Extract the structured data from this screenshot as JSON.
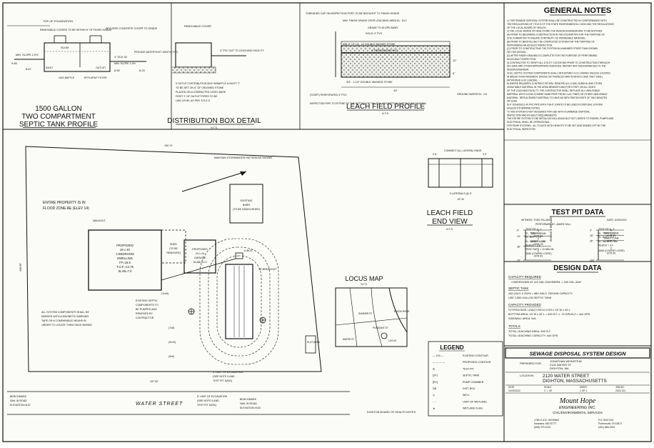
{
  "sheet": {
    "septic_title_1": "1500 GALLON",
    "septic_title_2": "TWO COMPARTMENT",
    "septic_title_3": "SEPTIC TANK PROFILE",
    "septic_nts": "N.T.S.",
    "dbox_title": "DISTRIBUTION BOX DETAIL",
    "dbox_nts": "N.T.S.",
    "leach_profile_title": "LEACH FIELD PROFILE",
    "leach_profile_nts": "N.T.S.",
    "leach_end_title_1": "LEACH FIELD",
    "leach_end_title_2": "END VIEW",
    "leach_end_nts": "N.T.S.",
    "locus_title": "LOCUS MAP",
    "locus_nts": "N.T.S.",
    "street_label": "WATER STREET",
    "flood_note_1": "ENTIRE PROPERTY IS IN",
    "flood_note_2": "FLOOD ZONE AE (ELEV 14)",
    "board_note": "DIGHTON BOARD OF HEALTH NOTES"
  },
  "septic_labels": {
    "top_foundation": "TOP OF FOUNDATION",
    "covers": "REMOVABLE COVERS TO BE WITHIN 6\" OF FINISH GRADE",
    "secured_cover": "SECURED CONCRETE COVER TO GRADE",
    "min_slope": "MIN. SLOPE 2.0%",
    "sch40": "4\" SCH 40",
    "min_slope2": "MIN. SLOPE 1.0%",
    "watertight": "PROVIDE WATERTIGHT JOINTS (TYP.)",
    "gas_baffle": "GAS BAFFLE",
    "effluent_filter": "EFFLUENT FILTER",
    "elev_1": "9.65",
    "elev_2": "8.67",
    "elev_3": "8.50",
    "elev_4": "8.23",
    "scum": "SCUM",
    "inlet": "INLET",
    "outlet": "OUTLET"
  },
  "dbox_labels": {
    "removable_cover": "REMOVABLE COVER",
    "pvc_outlet": "4\" PVC OUT TO LEACHING FACILITY",
    "note_1": "5 OUTLET DISTRIBUTION BOX W/BAFFLE & INLET 'T'",
    "note_2": "TO BE SET ON 6\" OF CRUSHED STONE",
    "note_3": "PLACED ON A COMPACTED LEVEL BASE",
    "note_4": "FIRST 2' OF OUTLET PIPES TO BE",
    "note_5": "LAID LEVEL AS PER TITLE 5"
  },
  "leach_profile_labels": {
    "cap_note": "THREADED CAP ON INSPECTION PORT TO BE BROUGHT TO FINISH GRADE",
    "finish_grade": "MIN. FINISH GRADE OVER LEACHING AREA EL. 10.0",
    "grade_slope": "GRADE TO SLOPE AWAY",
    "pvc": "SOLID 4\" PVC",
    "fabric": "MIN. 6\" OF 1/8 - 1/2 DOUBLE WASHED STONE",
    "perforated": "4\" PERFORATED PVC",
    "stone": "3/4\" - 1-1/2\" DOUBLE WASHED STONE",
    "start_perforated": "(START) PERFORATED 4\" PVC",
    "inspection": "INSPECTION PIPE TO EXTEND TO THE BOTTOM OF THE SOIL ABSORPTION SYSTEM'S EXCAVATION",
    "groundwater": "GROUND WATER EL. 2.8",
    "dim_40": "40'",
    "dim_12": "12\"",
    "dim_6": "6\""
  },
  "leach_end_labels": {
    "laterals_note": "CONNECT ALL LATERAL ENDS",
    "laterals": "3 LATERALS @ 5'",
    "width": "15' W",
    "dim_25a": "2.5'",
    "dim_25b": "2.5'"
  },
  "plan_labels": {
    "dwelling_1": "PROPOSED",
    "dwelling_2": "26 x 40",
    "dwelling_3": "4 BEDROOM",
    "dwelling_4": "DWELLING",
    "dwelling_5": "FF=16.5",
    "dwelling_6": "T.O.F.=14.75",
    "dwelling_7": "SLAB=7.0",
    "shed_1": "SHED",
    "shed_2": "(TO BE",
    "shed_3": "REMOVED)",
    "garage_1": "PROPOSED",
    "garage_2": "24 x 24",
    "garage_3": "GARAGE",
    "garage_4": "SLAB=11.0",
    "barn_1": "EXISTING",
    "barn_2": "BARN",
    "barn_3": "(TO BE DEMOLISHED)",
    "stormwater": "MAINTAIN STORMWATER PATTERN AS SHOWN",
    "walkout": "WALKOUT",
    "dbox": "D-BOX",
    "breakout": "15' BREAKOUT",
    "existing_septic_1": "EXISTING SEPTIC",
    "existing_septic_2": "COMPONENTS TO",
    "existing_septic_3": "BE PUMPED AND",
    "existing_septic_4": "REMOVED BY",
    "existing_septic_5": "CONTRACTOR",
    "components_1": "ALL SYSTEM COMPONENTS SHALL BE",
    "components_2": "MARKED WITH A MAGNETIC MARKING",
    "components_3": "TAPE OR A COMPARABLE MEANS IN",
    "components_4": "ORDER TO LOCATE THEM ONCE BURIED",
    "limit_1": "5' LIMIT OF EXCAVATION",
    "limit_2": "(SEE NOTE 5 AND",
    "limit_3": "TEST PIT DATA)",
    "limit_b1": "5' LIMIT OF EXCAVATION",
    "limit_b2": "(SEE NOTE 5 AND",
    "limit_b3": "TEST PIT DATA)",
    "benchmark_1": "BENCHMARK",
    "benchmark_2": "NAIL IN ROAD",
    "benchmark_3": "ELEVATION=8.57",
    "benchmark_b1": "BENCHMARK",
    "benchmark_b2": "NAIL IN ROAD",
    "benchmark_b3": "ELEVATION=9.63",
    "bound_top": "190.74'",
    "bound_left": "208.95'",
    "bound_bottom": "157.00'",
    "plat_area": "PLAT AREA",
    "elev_a": "(7x40)",
    "elev_b": "(7x8)",
    "elev_c": "(9x10)",
    "elev_d": "(9x0)"
  },
  "locus": {
    "faxon": "FAXON RIVER",
    "water_st": "WATER ST",
    "summer_st": "SUMMER ST",
    "pleasant_st": "PLEASANT ST",
    "locus_label": "LOCUS"
  },
  "legend": {
    "title": "LEGEND",
    "items": [
      {
        "sample": "— 100 —",
        "label": "EXISTING CONTOUR"
      },
      {
        "sample": "— — — —",
        "label": "PROPOSED CONTOUR"
      },
      {
        "sample": "⊕",
        "label": "TEST PIT"
      },
      {
        "sample": "[ST]",
        "label": "SEPTIC TANK"
      },
      {
        "sample": "[PC]",
        "label": "PUMP CHAMBER"
      },
      {
        "sample": "DB",
        "label": "DIST. BOX"
      },
      {
        "sample": "◎",
        "label": "WELL"
      },
      {
        "sample": "- · -",
        "label": "LIMIT OF WETLAND"
      },
      {
        "sample": "▲",
        "label": "WETLAND FLAG"
      }
    ]
  },
  "general_notes": {
    "title": "GENERAL NOTES",
    "lines": [
      "1) THIS SEWAGE DISPOSAL SYSTEM SHALL BE CONSTRUCTED IN CONFORMANCE WITH",
      "THE REGULATIONS OF TITLE 5 OF THE STATE ENVIRONMENTAL CODE AND THE REGULATIONS",
      "OF THE LOCAL BOARD OF HEALTH.",
      "2) THE LOCAL BOARD OF HEALTH AND THE DESIGN ENGINEER ARE TO BE NOTIFIED:",
      "(A) PRIOR TO BEGINNING CONSTRUCTION IN THE EXCAVATION FOR THE PURPOSE OF",
      "SOIL FORMATION TO INSURE CONTINUITY OF PERMEABLE MATERIAL.",
      "(B) PRIOR TO BACKFILLING THE COMPLETED SYSTEM FOR THE PURPOSE OF",
      "PERFORMING AN AS-BUILT INSPECTION.",
      "(C) PRIOR TO CONSTRUCTING THE SYSTEM IN A MANNER OTHER THAN SHOWN",
      "ON THIS DESIGN.",
      "(D) AFTER FINISH GRADING IS COMPLETE FOR THE PURPOSE OF PERFORMING",
      "AN AS-BUILT INSPECTION.",
      "3) CONTRACTOR TO VERIFY ALL UTILITY LOCATIONS PRIOR TO CONSTRUCTION THROUGH",
      "DIG SAFE AND OTHER APPROPRIATE AGENCIES. REPORT ANY DISCREPANCIES TO THE",
      "DESIGN ENGINEER.",
      "4) ALL SEPTIC SYSTEM COMPONENTS SHALL WITHSTAND H-10 LOADING UNLESS LOCATED",
      "IN AREAS OVER PAVEMENT, DRIVES OR TRAVELED WAY IN WHICH CASE THEY SHALL",
      "WITHSTAND H-20 LOADING.",
      "5) WHERE REQUIRED CONTRACTOR WILL REMOVE ALL LOAM, SUBSOIL AND OTHER",
      "UNSUITABLE MATERIAL IN THE AREA BENEATH AND FOR 5 FEET ON ALL SIDES",
      "OF THE LEACHING FACILITY. THE CONTRACTOR SHALL REPLACE ALL UNSUITABLE",
      "MATERIAL WITH CLEAN COARSE SAND FREE FROM CLAY, FINES OR OTHER UNSUITABLE",
      "MATERIAL. REPLACEMENT MATERIAL TO HAVE AN INFILTRATION RATE OF TWO MINUTES",
      "OR LESS.",
      "6) 4\" SCHEDULE 40 PVC PIPE WITH TIGHT JOINTS TO BE USED IN DISPOSAL SYSTEM",
      "UNLESS OTHERWISE NOTED.",
      "7) THIS SYSTEM IS NOT DESIGNED FOR USE WITH A GARBAGE DISPOSAL.",
      "INSPECTION AND AS-BUILT REQUIREMENTS",
      "THE ENTIRE SYSTEM TO BE INSTALLED INCLUDING BUT NOT LIMITED TO RISERS, PUMPS AND",
      "ELECTRICAL SHALL BE OPERATIONAL.",
      "FOR PUMP SYSTEMS - ALL FLOATS WITH HEIGHTS TO BE SET AND SIGNED OFF BY THE",
      "ELECTRICAL INSPECTOR"
    ]
  },
  "test_pit": {
    "title": "TEST PIT DATA",
    "witness": "WITNESS: TODD PILLING",
    "date": "DATE: 10/20/2022",
    "performed": "PERFORMED BY: JAMES HALL",
    "pit1": {
      "name": "TEST PIT # - 1",
      "el_top": "EL. TOP = 9.6",
      "el_bot": "EL. BOT = 1.9",
      "el_water": "EL. WATER = 2.8",
      "redox": "REDOX = 2.6",
      "perc": "PERC RATE < 10 MIN./IN.",
      "layers": [
        {
          "depth": "0\"",
          "text": "A",
          "sub": "SANDY LOAM",
          "code": "10YR 3/1"
        },
        {
          "depth": "14\"",
          "text": "C",
          "sub": "SANDY LOAM",
          "code": "10YR 7/6"
        },
        {
          "depth": "38\"",
          "text": "C",
          "sub": "SAND (COARSE LOOSE)",
          "code": "10YR 6/1"
        },
        {
          "depth": "70\"",
          "text": "",
          "sub": "",
          "code": ""
        }
      ]
    },
    "pit2": {
      "name": "TEST PIT # - 2",
      "el_top": "EL. TOP = 10.5",
      "el_bot": "EL. BOT = 2.2",
      "el_water": "EL. WATER = 2.8",
      "redox": "REDOX = 3.0",
      "layers": [
        {
          "depth": "0\"",
          "text": "A",
          "sub": "SANDY LOAM",
          "code": "10YR 3/1"
        },
        {
          "depth": "18\"",
          "text": "C",
          "sub": "SANDY LOAM",
          "code": "10YR 7/6"
        },
        {
          "depth": "36\"",
          "text": "C",
          "sub": "SAND (COARSE LOOSE)",
          "code": "10YR 6/1"
        },
        {
          "depth": "102\"",
          "text": "",
          "sub": "",
          "code": ""
        }
      ]
    },
    "remove_replace": "REMOVE & REPLACE"
  },
  "design_data": {
    "title": "DESIGN DATA",
    "capacity_required": "CAPACITY REQUIRED",
    "cap_req_line": "4 BEDROOMS AT 110 GAL./DAY/BDRM. = 440   GAL./DAY",
    "septic_tank": "SEPTIC TANK",
    "tank_line_1": "440 GALS X 200% = 880 GALS. DESIGN CAPACITY",
    "tank_line_2": "USE 1,500 GALLON SEPTIC TANK",
    "capacity_provided": "CAPACITY PROVIDED",
    "prov_line_1": "SYSTEM SIZE: LEACH FIELD 0.5'H x 15' W x 40' L",
    "prov_line_2": "BOTTOM AREA: 15' W x 40' L = 600 S.F. x .74 GPD/S.F.= 444 GPD",
    "prov_line_3": "SIDEWALL AREA: N/A",
    "totals": "TOTALS",
    "total_line_1": "TOTAL LEACHING AREA:  600 S.F.",
    "total_line_2": "TOTAL LEACHING CAPACITY:  444 GPD"
  },
  "title_block": {
    "title": "SEWAGE DISPOSAL SYSTEM DESIGN",
    "prepared_for": "PREPARED FOR:",
    "client_1": "JONATHAN WEINSTEIN",
    "client_2": "2120 WATER ST",
    "client_3": "DIGHTON, MA",
    "location": "LOCATION:",
    "addr_1": "2120 WATER STREET",
    "addr_2": "DIGHTON, MASSACHUSETTS",
    "row_date": "DATE",
    "row_date_val": "11/02/2022",
    "row_scale": "SCALE",
    "row_scale_val": "1\" = 40'",
    "row_sheet": "SHEET",
    "row_sheet_val": "1 OF 1",
    "row_job": "JOB NO.",
    "row_job_val": "2022-221",
    "company_1": "Mount Hope",
    "company_2": "ENGINEERING INC.",
    "company_3": "CIVIL/ENVIRONMENTAL SERVICES",
    "company_addr_1": "1766 G.A.R. HIGHWAY",
    "company_addr_2": "Swansea, MA 02777",
    "company_phone_1": "(508) 379-1234",
    "company_po_1": "P.O. BOX 943",
    "company_po_2": "Portsmouth, RI 02871",
    "company_phone_2": "(401) 683-1924"
  }
}
